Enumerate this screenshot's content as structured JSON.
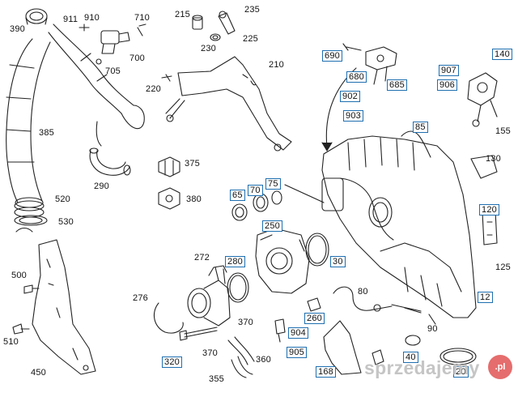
{
  "labels": [
    {
      "id": "390",
      "text": "390",
      "boxed": false
    },
    {
      "id": "911",
      "text": "911",
      "boxed": false
    },
    {
      "id": "910",
      "text": "910",
      "boxed": false
    },
    {
      "id": "710",
      "text": "710",
      "boxed": false
    },
    {
      "id": "700",
      "text": "700",
      "boxed": false
    },
    {
      "id": "705",
      "text": "705",
      "boxed": false
    },
    {
      "id": "385",
      "text": "385",
      "boxed": false
    },
    {
      "id": "290",
      "text": "290",
      "boxed": false
    },
    {
      "id": "520",
      "text": "520",
      "boxed": false
    },
    {
      "id": "530",
      "text": "530",
      "boxed": false
    },
    {
      "id": "500",
      "text": "500",
      "boxed": false
    },
    {
      "id": "510",
      "text": "510",
      "boxed": false
    },
    {
      "id": "450",
      "text": "450",
      "boxed": false
    },
    {
      "id": "215",
      "text": "215",
      "boxed": false
    },
    {
      "id": "235",
      "text": "235",
      "boxed": false
    },
    {
      "id": "225",
      "text": "225",
      "boxed": false
    },
    {
      "id": "230",
      "text": "230",
      "boxed": false
    },
    {
      "id": "210",
      "text": "210",
      "boxed": false
    },
    {
      "id": "220",
      "text": "220",
      "boxed": false
    },
    {
      "id": "375",
      "text": "375",
      "boxed": false
    },
    {
      "id": "380",
      "text": "380",
      "boxed": false
    },
    {
      "id": "272",
      "text": "272",
      "boxed": false
    },
    {
      "id": "276",
      "text": "276",
      "boxed": false
    },
    {
      "id": "370a",
      "text": "370",
      "boxed": false
    },
    {
      "id": "370b",
      "text": "370",
      "boxed": false
    },
    {
      "id": "360",
      "text": "360",
      "boxed": false
    },
    {
      "id": "355",
      "text": "355",
      "boxed": false
    },
    {
      "id": "80",
      "text": "80",
      "boxed": false
    },
    {
      "id": "90",
      "text": "90",
      "boxed": false
    },
    {
      "id": "125",
      "text": "125",
      "boxed": false
    },
    {
      "id": "130",
      "text": "130",
      "boxed": false
    },
    {
      "id": "155",
      "text": "155",
      "boxed": false
    },
    {
      "id": "685b",
      "text": "685",
      "boxed": true
    },
    {
      "id": "690",
      "text": "690",
      "boxed": true
    },
    {
      "id": "680",
      "text": "680",
      "boxed": true
    },
    {
      "id": "902",
      "text": "902",
      "boxed": true
    },
    {
      "id": "903",
      "text": "903",
      "boxed": true
    },
    {
      "id": "907",
      "text": "907",
      "boxed": true
    },
    {
      "id": "906",
      "text": "906",
      "boxed": true
    },
    {
      "id": "140",
      "text": "140",
      "boxed": true
    },
    {
      "id": "85",
      "text": "85",
      "boxed": true
    },
    {
      "id": "65",
      "text": "65",
      "boxed": true
    },
    {
      "id": "70",
      "text": "70",
      "boxed": true
    },
    {
      "id": "75",
      "text": "75",
      "boxed": true
    },
    {
      "id": "250",
      "text": "250",
      "boxed": true
    },
    {
      "id": "280",
      "text": "280",
      "boxed": true
    },
    {
      "id": "30",
      "text": "30",
      "boxed": true
    },
    {
      "id": "260",
      "text": "260",
      "boxed": true
    },
    {
      "id": "904",
      "text": "904",
      "boxed": true
    },
    {
      "id": "905",
      "text": "905",
      "boxed": true
    },
    {
      "id": "320",
      "text": "320",
      "boxed": true
    },
    {
      "id": "168",
      "text": "168",
      "boxed": true
    },
    {
      "id": "40",
      "text": "40",
      "boxed": true
    },
    {
      "id": "12",
      "text": "12",
      "boxed": true
    },
    {
      "id": "120",
      "text": "120",
      "boxed": true
    },
    {
      "id": "20",
      "text": "20",
      "boxed": true
    }
  ],
  "watermark": {
    "text": "sprzedajemy",
    "badge": ".pl"
  },
  "colors": {
    "line": "#222222",
    "label_box": "#1f6fb0",
    "watermark": "#969696"
  }
}
